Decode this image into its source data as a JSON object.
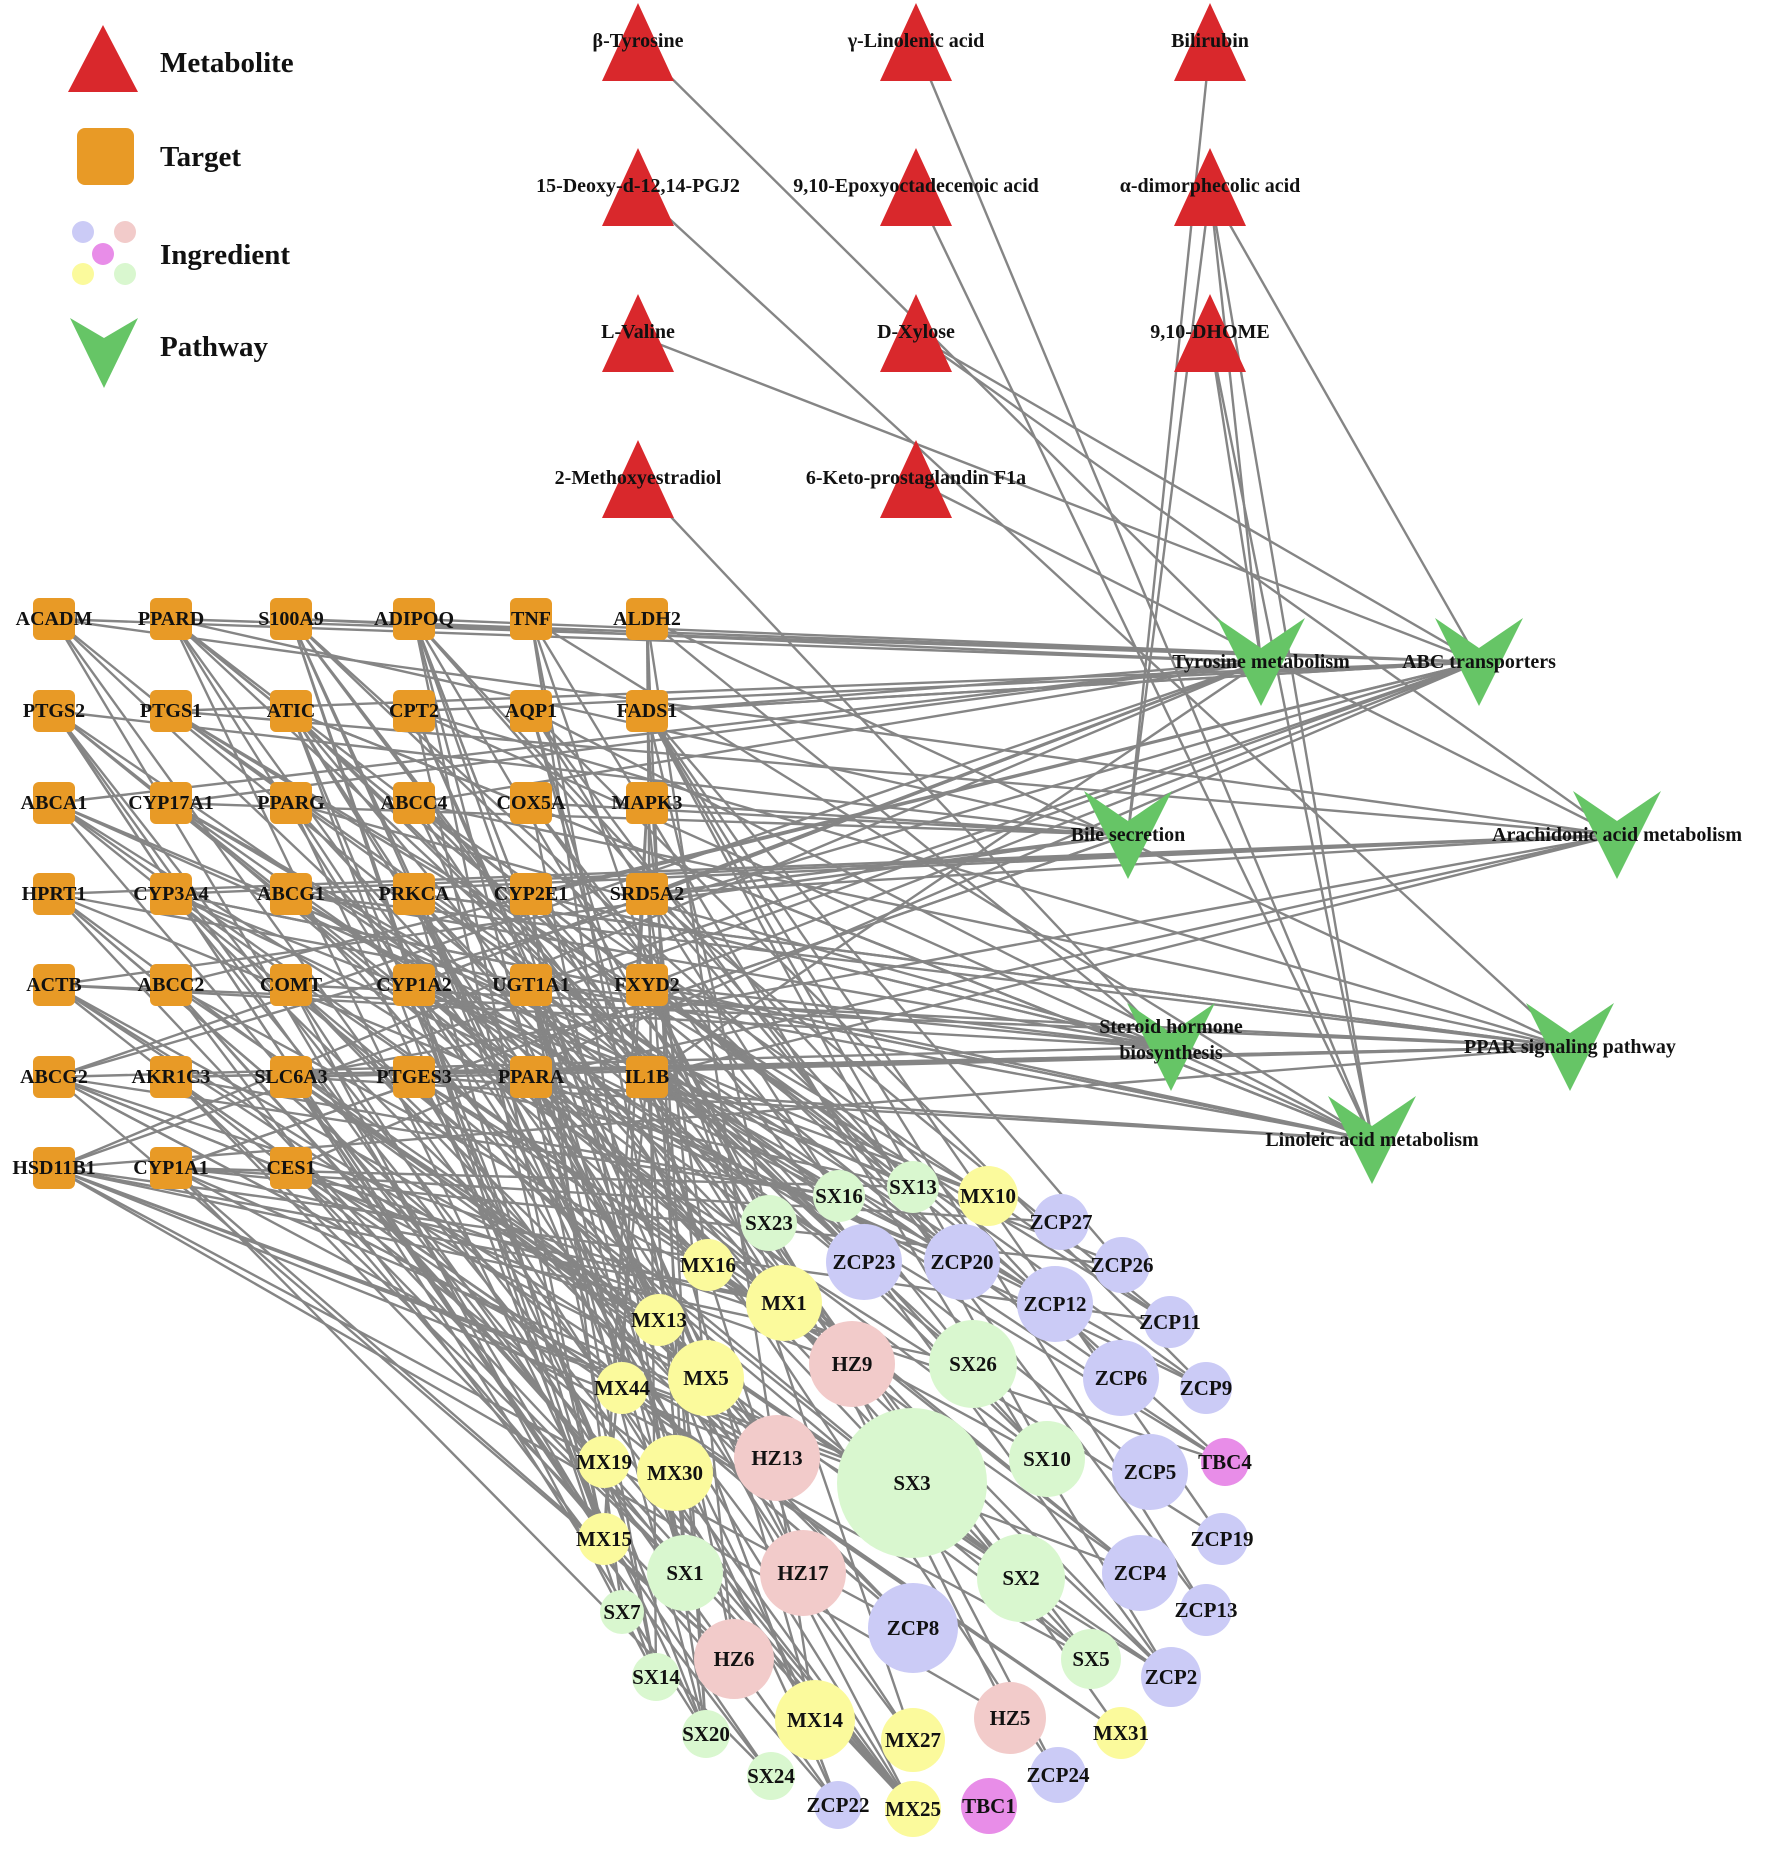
{
  "legend": {
    "items": [
      {
        "key": "metabolite",
        "label": "Metabolite",
        "shape": "triangle-up"
      },
      {
        "key": "target",
        "label": "Target",
        "shape": "rounded-square"
      },
      {
        "key": "ingredient",
        "label": "Ingredient",
        "shape": "circles"
      },
      {
        "key": "pathway",
        "label": "Pathway",
        "shape": "v-arrow"
      }
    ]
  },
  "colors": {
    "metabolite": "#d9282c",
    "target": "#e89a26",
    "pathway": "#66c566",
    "edge": "#858585",
    "ingredient_SX": "#d9f7cf",
    "ingredient_MX": "#fbfa9c",
    "ingredient_HZ": "#f2cbca",
    "ingredient_ZCP": "#cbcbf6",
    "ingredient_TBC": "#e88de8"
  },
  "metabolites": [
    "β-Tyrosine",
    "γ-Linolenic acid",
    "Bilirubin",
    "15-Deoxy-d-12,14-PGJ2",
    "9,10-Epoxyoctadecenoic acid",
    "α-dimorphecolic acid",
    "L-Valine",
    "D-Xylose",
    "9,10-DHOME",
    "2-Methoxyestradiol",
    "6-Keto-prostaglandin F1a"
  ],
  "targets": [
    "ACADM",
    "PPARD",
    "S100A9",
    "ADIPOQ",
    "TNF",
    "ALDH2",
    "PTGS2",
    "PTGS1",
    "ATIC",
    "CPT2",
    "AQP1",
    "FADS1",
    "ABCA1",
    "CYP17A1",
    "PPARG",
    "ABCC4",
    "COX5A",
    "MAPK3",
    "HPRT1",
    "CYP3A4",
    "ABCG1",
    "PRKCA",
    "CYP2E1",
    "SRD5A2",
    "ACTB",
    "ABCC2",
    "COMT",
    "CYP1A2",
    "UGT1A1",
    "FXYD2",
    "ABCG2",
    "AKR1C3",
    "SLC6A3",
    "PTGES3",
    "PPARA",
    "IL1B",
    "HSD11B1",
    "CYP1A1",
    "CES1"
  ],
  "pathways": [
    "Tyrosine metabolism",
    "ABC transporters",
    "Bile secretion",
    "Arachidonic acid metabolism",
    "Steroid hormone biosynthesis",
    "PPAR signaling pathway",
    "Linoleic acid metabolism"
  ],
  "ingredients": [
    {
      "id": "SX3",
      "group": "SX"
    },
    {
      "id": "SX10",
      "group": "SX"
    },
    {
      "id": "SX2",
      "group": "SX"
    },
    {
      "id": "SX26",
      "group": "SX"
    },
    {
      "id": "SX1",
      "group": "SX"
    },
    {
      "id": "SX5",
      "group": "SX"
    },
    {
      "id": "SX16",
      "group": "SX"
    },
    {
      "id": "SX13",
      "group": "SX"
    },
    {
      "id": "SX23",
      "group": "SX"
    },
    {
      "id": "SX7",
      "group": "SX"
    },
    {
      "id": "SX14",
      "group": "SX"
    },
    {
      "id": "SX20",
      "group": "SX"
    },
    {
      "id": "SX24",
      "group": "SX"
    },
    {
      "id": "MX10",
      "group": "MX"
    },
    {
      "id": "MX16",
      "group": "MX"
    },
    {
      "id": "MX1",
      "group": "MX"
    },
    {
      "id": "MX13",
      "group": "MX"
    },
    {
      "id": "MX5",
      "group": "MX"
    },
    {
      "id": "MX44",
      "group": "MX"
    },
    {
      "id": "MX19",
      "group": "MX"
    },
    {
      "id": "MX30",
      "group": "MX"
    },
    {
      "id": "MX15",
      "group": "MX"
    },
    {
      "id": "MX14",
      "group": "MX"
    },
    {
      "id": "MX27",
      "group": "MX"
    },
    {
      "id": "MX25",
      "group": "MX"
    },
    {
      "id": "MX31",
      "group": "MX"
    },
    {
      "id": "HZ9",
      "group": "HZ"
    },
    {
      "id": "HZ13",
      "group": "HZ"
    },
    {
      "id": "HZ17",
      "group": "HZ"
    },
    {
      "id": "HZ6",
      "group": "HZ"
    },
    {
      "id": "HZ5",
      "group": "HZ"
    },
    {
      "id": "ZCP23",
      "group": "ZCP"
    },
    {
      "id": "ZCP20",
      "group": "ZCP"
    },
    {
      "id": "ZCP27",
      "group": "ZCP"
    },
    {
      "id": "ZCP26",
      "group": "ZCP"
    },
    {
      "id": "ZCP12",
      "group": "ZCP"
    },
    {
      "id": "ZCP11",
      "group": "ZCP"
    },
    {
      "id": "ZCP6",
      "group": "ZCP"
    },
    {
      "id": "ZCP9",
      "group": "ZCP"
    },
    {
      "id": "ZCP5",
      "group": "ZCP"
    },
    {
      "id": "ZCP19",
      "group": "ZCP"
    },
    {
      "id": "ZCP4",
      "group": "ZCP"
    },
    {
      "id": "ZCP13",
      "group": "ZCP"
    },
    {
      "id": "ZCP2",
      "group": "ZCP"
    },
    {
      "id": "ZCP8",
      "group": "ZCP"
    },
    {
      "id": "ZCP24",
      "group": "ZCP"
    },
    {
      "id": "ZCP22",
      "group": "ZCP"
    },
    {
      "id": "TBC4",
      "group": "TBC"
    },
    {
      "id": "TBC1",
      "group": "TBC"
    }
  ],
  "metabolite_edges": [
    [
      "β-Tyrosine",
      "Tyrosine metabolism"
    ],
    [
      "γ-Linolenic acid",
      "Linoleic acid metabolism"
    ],
    [
      "Bilirubin",
      "Bile secretion"
    ],
    [
      "15-Deoxy-d-12,14-PGJ2",
      "PPAR signaling pathway"
    ],
    [
      "9,10-Epoxyoctadecenoic acid",
      "Linoleic acid metabolism"
    ],
    [
      "α-dimorphecolic acid",
      "Bile secretion"
    ],
    [
      "α-dimorphecolic acid",
      "Tyrosine metabolism"
    ],
    [
      "α-dimorphecolic acid",
      "ABC transporters"
    ],
    [
      "α-dimorphecolic acid",
      "Linoleic acid metabolism"
    ],
    [
      "9,10-DHOME",
      "Tyrosine metabolism"
    ],
    [
      "9,10-DHOME",
      "Linoleic acid metabolism"
    ],
    [
      "L-Valine",
      "ABC transporters"
    ],
    [
      "D-Xylose",
      "ABC transporters"
    ],
    [
      "D-Xylose",
      "Arachidonic acid metabolism"
    ],
    [
      "2-Methoxyestradiol",
      "Steroid hormone biosynthesis"
    ],
    [
      "6-Keto-prostaglandin F1a",
      "Arachidonic acid metabolism"
    ]
  ]
}
